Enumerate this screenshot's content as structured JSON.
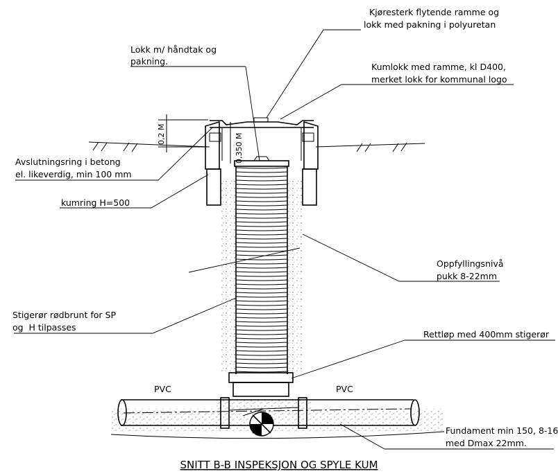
{
  "labels": {
    "cover_floating": [
      "Kjøresterk flytende ramme og",
      "lokk med pakning i polyuretan"
    ],
    "lid_handle": [
      "Lokk m/ håndtak og",
      "pakning."
    ],
    "manhole_cover": [
      "Kumlokk med ramme, kl D400,",
      "merket lokk for kommunal logo"
    ],
    "finishing_ring": [
      "Avslutningsring i betong",
      "el. likeverdig, min 100 mm"
    ],
    "manhole_ring": "kumring H=500",
    "backfill_level": [
      "Oppfyllingsnivå",
      "pukk 8-22mm"
    ],
    "riser_pipe": [
      "Stigerør rødbrunt for SP",
      "og  H tilpasses"
    ],
    "channel": "Rettløp med 400mm stigerør",
    "pvc_left": "PVC",
    "pvc_right": "PVC",
    "foundation": [
      "Fundament min 150, 8-16",
      "med Dmax 22mm."
    ]
  },
  "dimensions": {
    "dim_02m": "0,2 M",
    "dim_0350m": "0,350 M"
  },
  "title": "SNITT B-B INSPEKSJON OG SPYLE KUM"
}
